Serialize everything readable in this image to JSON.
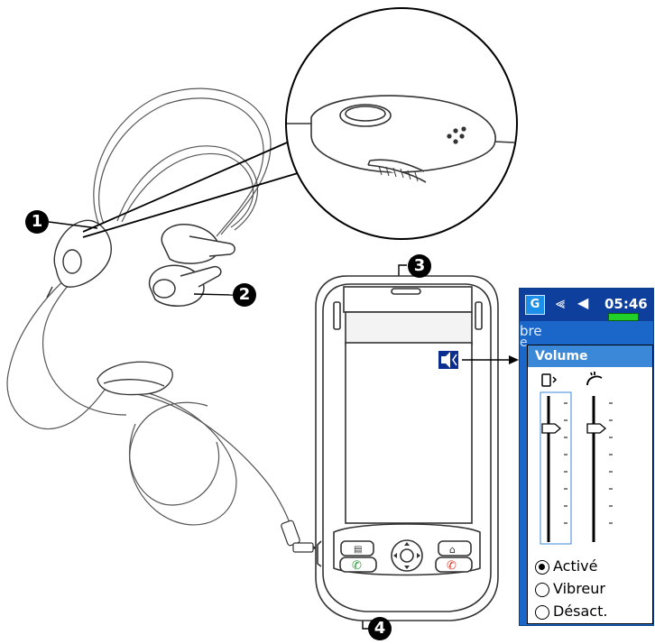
{
  "callouts": [
    "1",
    "2",
    "3",
    "4"
  ],
  "volume_panel": {
    "status_icon": "G",
    "time": "05:46",
    "background_text_1": "bre",
    "background_text_2": "e",
    "title": "Volume",
    "device_slider_icon": "device-volume-icon",
    "ringer_slider_icon": "phone-ringer-icon",
    "options": [
      {
        "label": "Activé",
        "selected": true
      },
      {
        "label": "Vibreur",
        "selected": false
      },
      {
        "label": "Désact.",
        "selected": false
      }
    ]
  }
}
